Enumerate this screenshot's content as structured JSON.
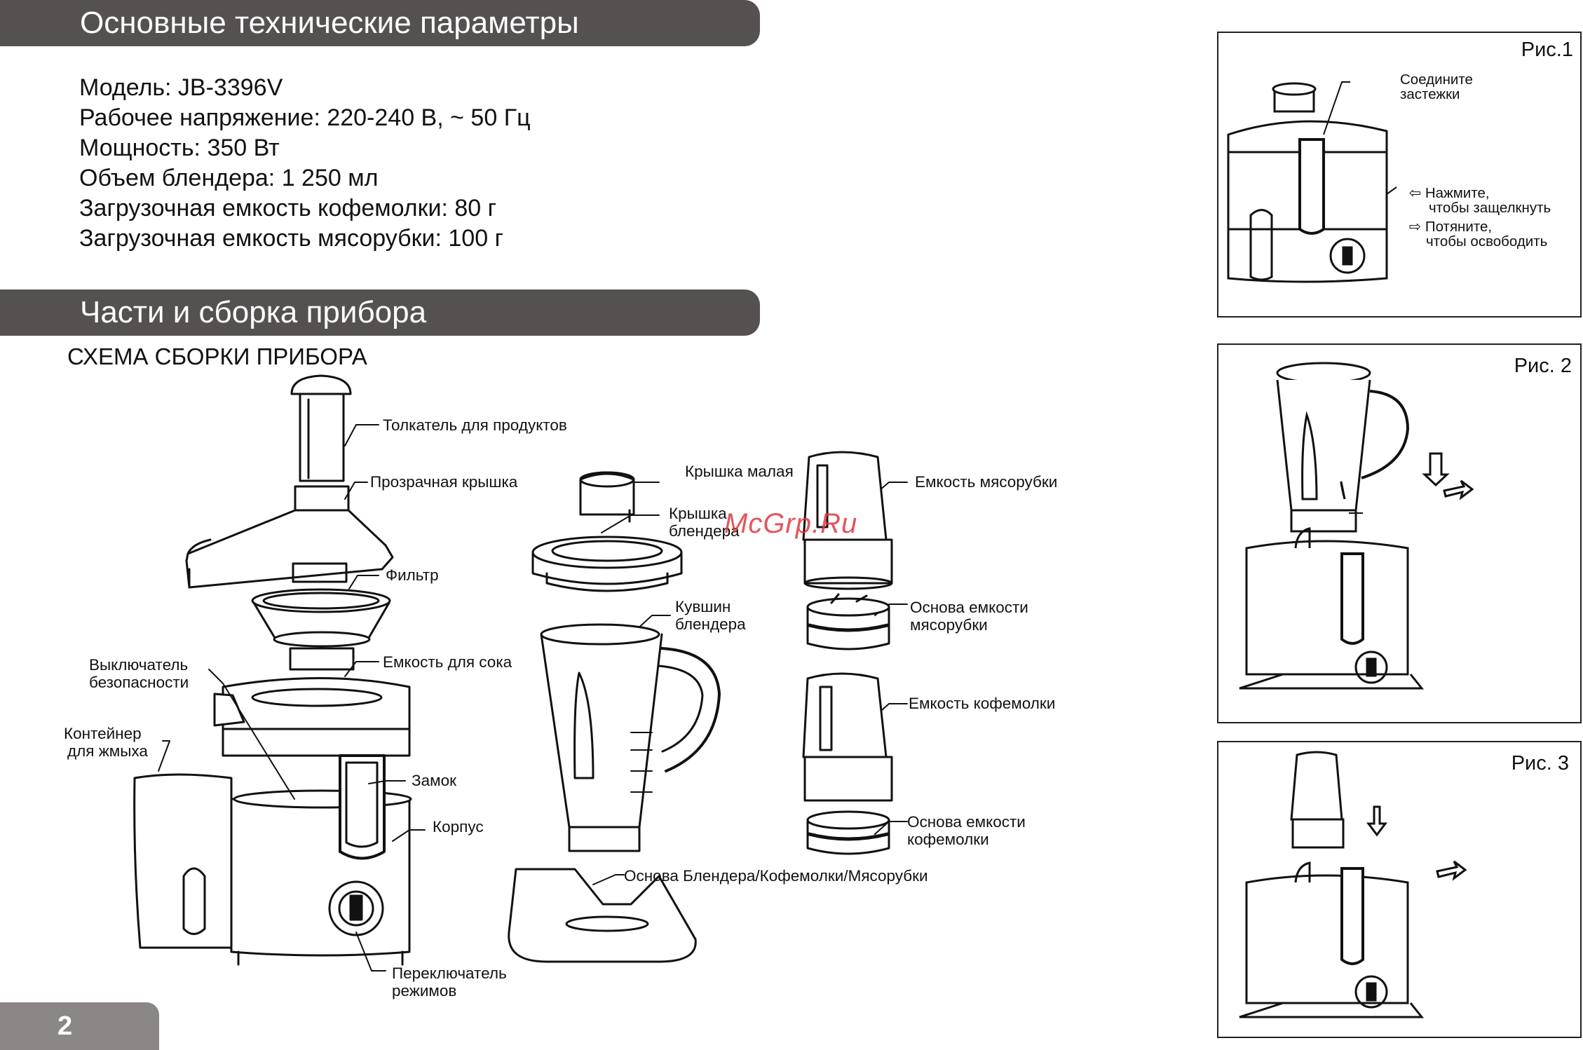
{
  "section1": {
    "title": "Основные технические параметры"
  },
  "specs": [
    "Модель: JB-3396V",
    "Рабочее напряжение: 220-240 В, ~ 50 Гц",
    "Мощность: 350 Вт",
    "Объем блендера: 1 250 мл",
    "Загрузочная емкость кофемолки: 80 г",
    "Загрузочная емкость мясорубки: 100 г"
  ],
  "section2": {
    "title": "Части и сборка прибора"
  },
  "schema": {
    "title": "СХЕМА СБОРКИ ПРИБОРА"
  },
  "labels": {
    "pusher": "Толкатель для продуктов",
    "clear_lid": "Прозрачная крышка",
    "filter": "Фильтр",
    "juice_bowl": "Емкость для сока",
    "safety_switch_1": "Выключатель",
    "safety_switch_2": "безопасности",
    "pulp_container_1": "Контейнер",
    "pulp_container_2": "для жмыха",
    "lock": "Замок",
    "body": "Корпус",
    "mode_switch_1": "Переключатель",
    "mode_switch_2": "режимов",
    "small_lid": "Крышка малая",
    "blender_lid_1": "Крышка",
    "blender_lid_2": "блендера",
    "jug_1": "Кувшин",
    "jug_2": "блендера",
    "base": "Основа Блендера/Кофемолки/Мясорубки",
    "mincer_cup": "Емкость мясорубки",
    "mincer_base_1": "Основа емкости",
    "mincer_base_2": "мясорубки",
    "grinder_cup": "Емкость кофемолки",
    "grinder_base_1": "Основа емкости",
    "grinder_base_2": "кофемолки"
  },
  "figures": {
    "fig1": {
      "title": "Рис.1",
      "connect_1": "Соедините",
      "connect_2": "застежки",
      "press_1": "Нажмите,",
      "press_2": "чтобы защелкнуть",
      "pull_1": "Потяните,",
      "pull_2": "чтобы освободить"
    },
    "fig2": {
      "title": "Рис. 2"
    },
    "fig3": {
      "title": "Рис. 3"
    }
  },
  "watermark": "McGrp.Ru",
  "page_number": "2",
  "colors": {
    "band": "#555150",
    "badge": "#8a8786",
    "watermark": "#e0393e"
  }
}
